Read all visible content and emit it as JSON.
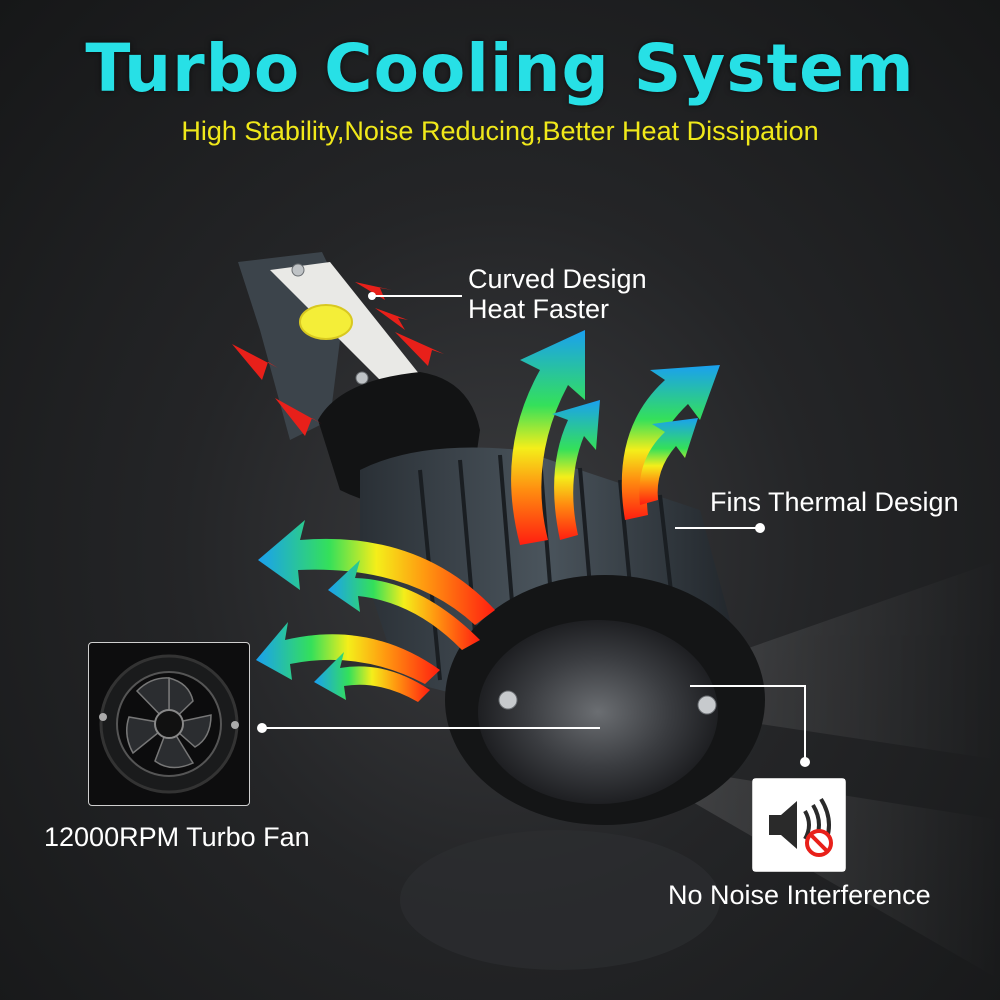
{
  "header": {
    "title": "Turbo Cooling System",
    "subtitle": "High Stability,Noise Reducing,Better Heat Dissipation"
  },
  "callouts": {
    "curved_line1": "Curved Design",
    "curved_line2": "Heat Faster",
    "fins": "Fins Thermal Design",
    "fan": "12000RPM Turbo Fan",
    "noise": "No Noise Interference"
  },
  "colors": {
    "title": "#27e0e6",
    "subtitle": "#f0e81a",
    "callout_text": "#ffffff",
    "heat_arrow_hot": "#ff2a1a",
    "heat_arrow_cool": "#1aa8f0",
    "inflow_arrow": "#e8201a"
  },
  "icons": {
    "fan_detail": "turbo-fan-icon",
    "noise": "muted-speaker-icon"
  }
}
